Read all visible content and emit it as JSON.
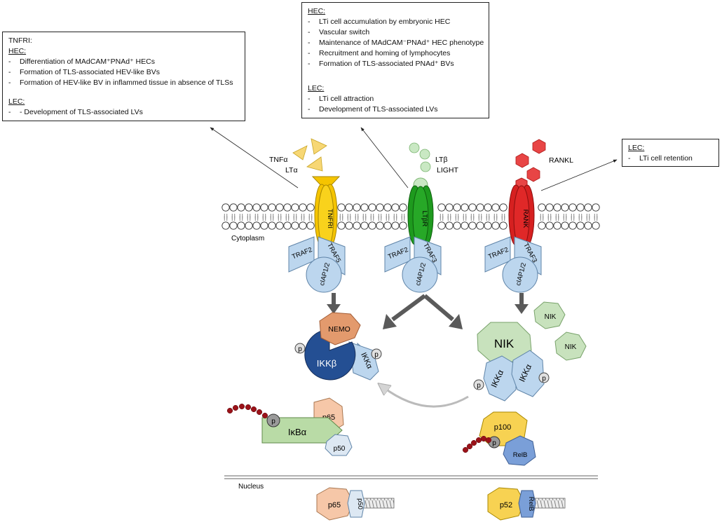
{
  "boxes": {
    "tnfri": {
      "title": "TNFRI:",
      "hec_header": "HEC:",
      "hec_items": [
        "Differentiation of MAdCAM⁺PNAd⁺ HECs",
        "Formation of TLS-associated  HEV-like BVs",
        "Formation of HEV-like BV in inflammed tissue in absence of TLSs"
      ],
      "lec_header": "LEC:",
      "lec_items": [
        "- Development of TLS-associated LVs"
      ]
    },
    "ltbr": {
      "hec_header": "HEC:",
      "hec_items": [
        "LTi cell accumulation by embryonic HEC",
        "Vascular switch",
        "Maintenance of MAdCAM⁻PNAd⁺ HEC phenotype",
        "Recruitment and homing of lymphocytes",
        "Formation of TLS-associated PNAd⁺ BVs"
      ],
      "lec_header": "LEC:",
      "lec_items": [
        "LTi cell attraction",
        "Development of TLS-associated LVs"
      ]
    },
    "rank": {
      "lec_header": "LEC:",
      "lec_items": [
        "LTi cell retention"
      ]
    }
  },
  "ligands": {
    "tnfa": "TNFα",
    "lta": "LTα",
    "ltb": "LTβ",
    "light": "LIGHT",
    "rankl": "RANKL"
  },
  "receptors": {
    "tnfri": "TNFRI",
    "ltbr": "LTβR",
    "rank": "RANK"
  },
  "adaptors": {
    "traf2": "TRAF2",
    "traf5": "TRAF5",
    "traf3": "TRAF3",
    "ciap": "cIAP1/2"
  },
  "regions": {
    "cytoplasm": "Cytoplasm",
    "nucleus": "Nucleus"
  },
  "complexes": {
    "nemo": "NEMO",
    "ikkb": "IKKβ",
    "ikka": "IKKα",
    "nik": "NIK",
    "p": "p",
    "ikba": "IκBα",
    "p65": "p65",
    "p50": "p50",
    "p100": "p100",
    "relb": "RelB",
    "p52": "p52"
  },
  "colors": {
    "tnfri": "#f5c400",
    "ltbr": "#1e9a1e",
    "rank": "#d62020",
    "tnf_ligand": "#f7d774",
    "lt_ligand": "#c9e8c3",
    "rankl_ligand": "#e84545",
    "adaptor": "#bcd6ee",
    "nemo": "#e39a6d",
    "ikkb": "#244f93",
    "nik": "#c8e2bd",
    "p65": "#f6c7a8",
    "p100": "#f7d252",
    "relb": "#7a9fd8",
    "ikba": "#b9dba6",
    "ubiquitin": "#9b1219"
  }
}
